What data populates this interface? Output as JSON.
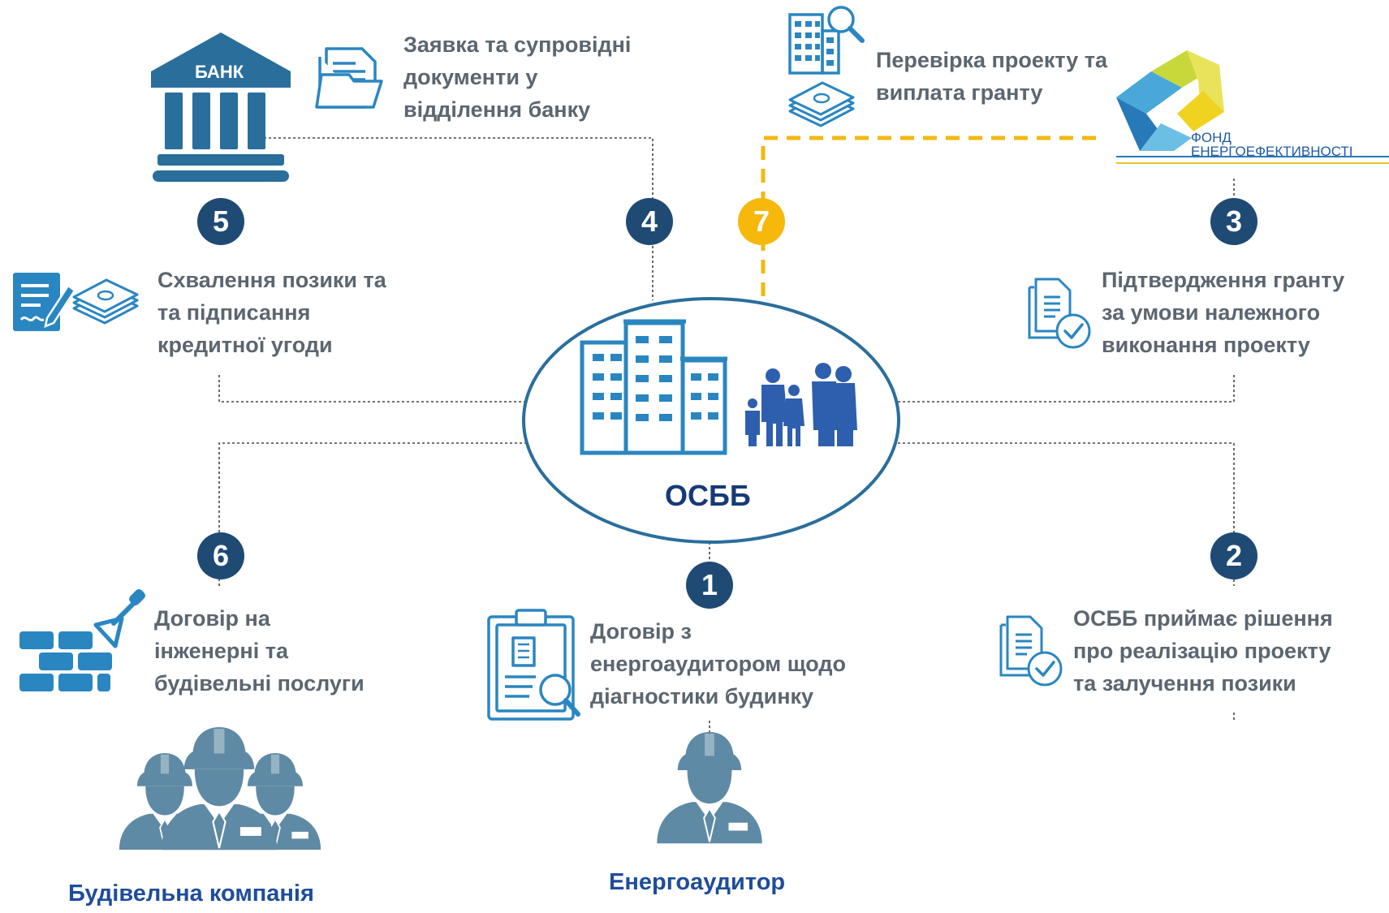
{
  "colors": {
    "badge": "#1f4a74",
    "badge_highlight": "#f7b80c",
    "text": "#5b6670",
    "caption": "#1e4d9a",
    "icon": "#2a86c1",
    "worker": "#5f8aa5",
    "connector_dotted": "#444444",
    "connector_grant": "#f2b90f"
  },
  "center": {
    "label": "ОСББ"
  },
  "bank": {
    "label": "БАНК"
  },
  "fund_logo": {
    "line1": "ФОНД",
    "line2": "ЕНЕРГОЕФЕКТИВНОСТІ"
  },
  "steps": [
    {
      "number": "1",
      "lines": [
        "Договір з",
        "енергоаудитором щодо",
        "діагностики будинку"
      ]
    },
    {
      "number": "2",
      "lines": [
        "ОСББ приймає рішення",
        "про реалізацію проекту",
        "та залучення позики"
      ]
    },
    {
      "number": "3",
      "lines": [
        "Підтвердження гранту",
        "за умови належного",
        "виконання проекту"
      ]
    },
    {
      "number": "4",
      "lines": [
        "Заявка та супровідні",
        "документи у",
        "відділення банку"
      ]
    },
    {
      "number": "5",
      "lines": [
        "Схвалення позики та",
        "та підписання",
        "кредитної угоди"
      ]
    },
    {
      "number": "6",
      "lines": [
        "Договір на",
        "інженерні та",
        "будівельні послуги"
      ]
    },
    {
      "number": "7",
      "lines": [
        "Перевірка проекту та",
        "виплата гранту"
      ]
    }
  ],
  "actors": {
    "construction": "Будівельна компанія",
    "auditor": "Енергоаудитор"
  },
  "icons": {
    "bank": "bank-building-icon",
    "documents": "document-folder-icon",
    "building_search": "building-search-icon",
    "money": "money-stack-icon",
    "contract": "signed-contract-icon",
    "doc_check": "document-check-icon",
    "clipboard": "clipboard-audit-icon",
    "bricks": "bricks-trowel-icon",
    "worker": "hard-hat-worker-icon",
    "family": "family-icon",
    "apartments": "apartment-building-icon"
  }
}
